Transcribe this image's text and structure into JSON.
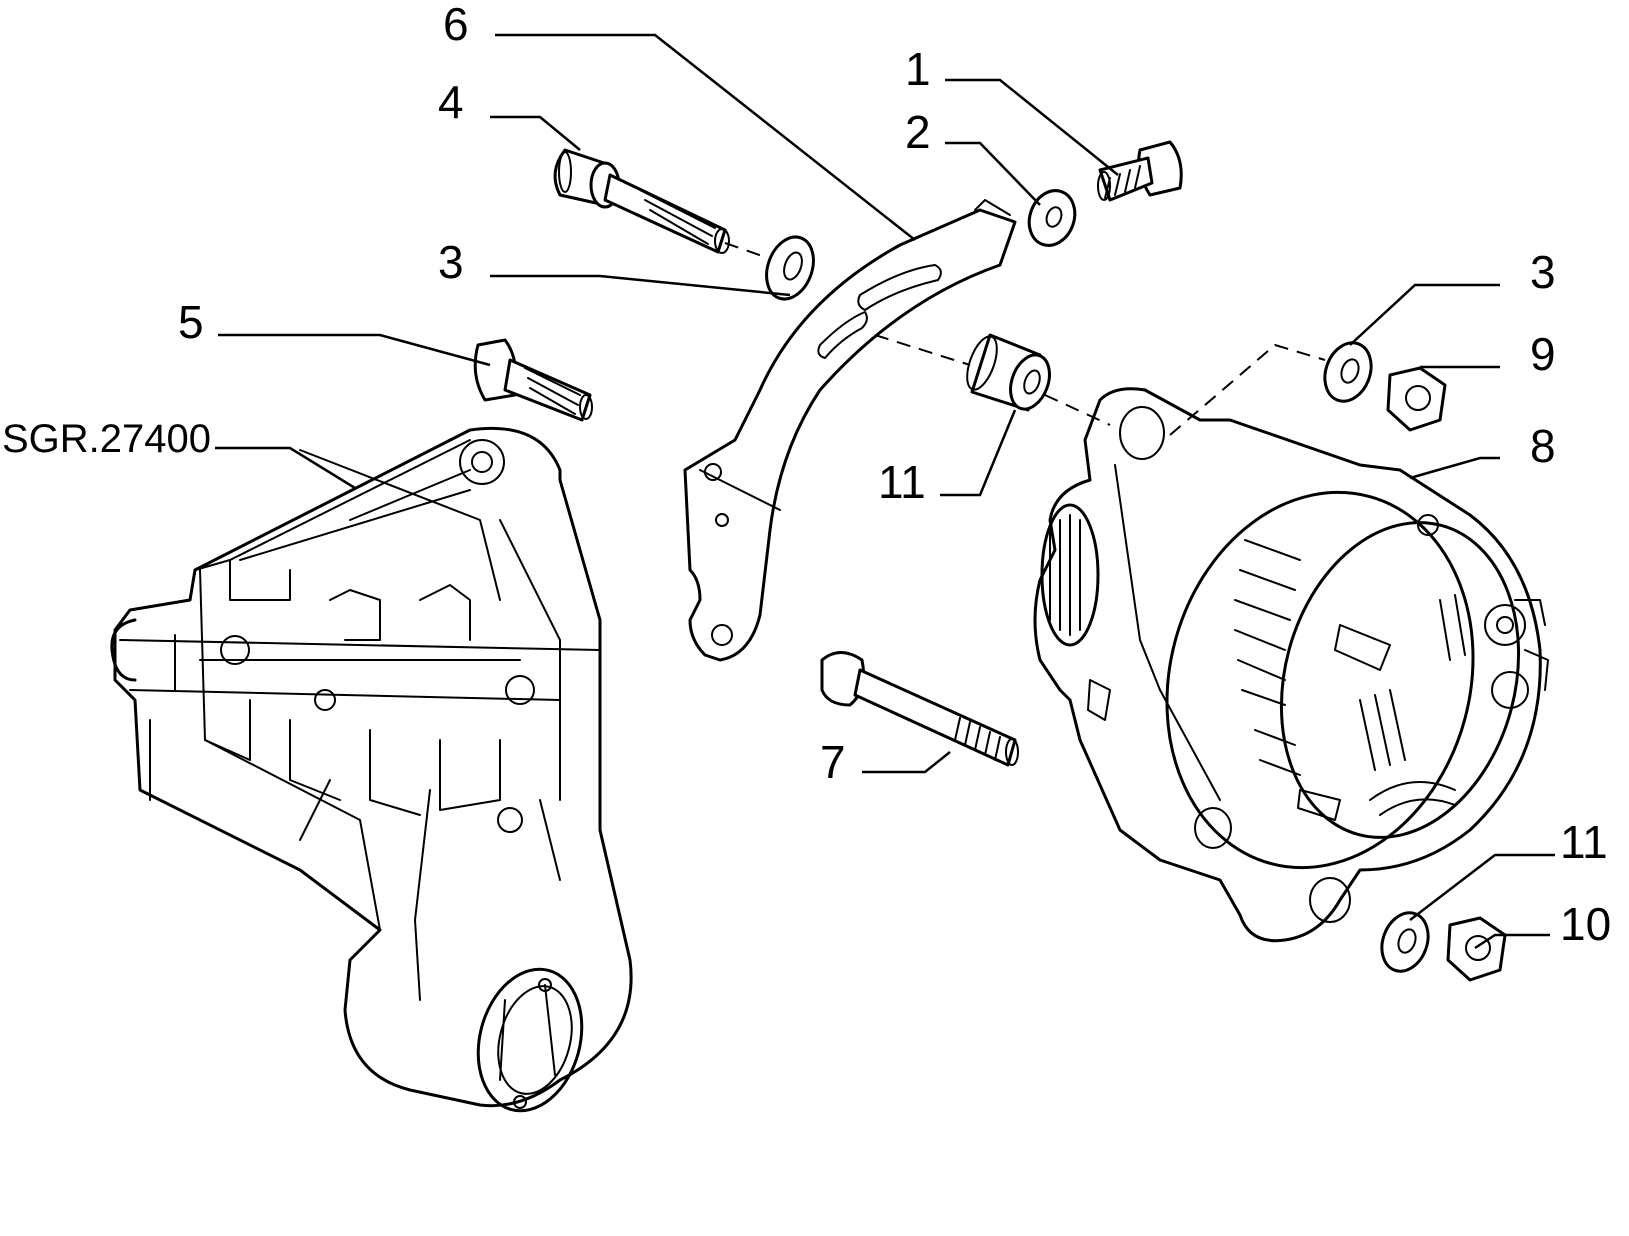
{
  "diagram": {
    "reference": "SGR.27400",
    "callouts": [
      {
        "id": "c1",
        "label": "1"
      },
      {
        "id": "c2",
        "label": "2"
      },
      {
        "id": "c3a",
        "label": "3"
      },
      {
        "id": "c3b",
        "label": "3"
      },
      {
        "id": "c4",
        "label": "4"
      },
      {
        "id": "c5",
        "label": "5"
      },
      {
        "id": "c6",
        "label": "6"
      },
      {
        "id": "c7",
        "label": "7"
      },
      {
        "id": "c8",
        "label": "8"
      },
      {
        "id": "c9",
        "label": "9"
      },
      {
        "id": "c10",
        "label": "10"
      },
      {
        "id": "c11a",
        "label": "11"
      },
      {
        "id": "c11b",
        "label": "11"
      }
    ]
  }
}
